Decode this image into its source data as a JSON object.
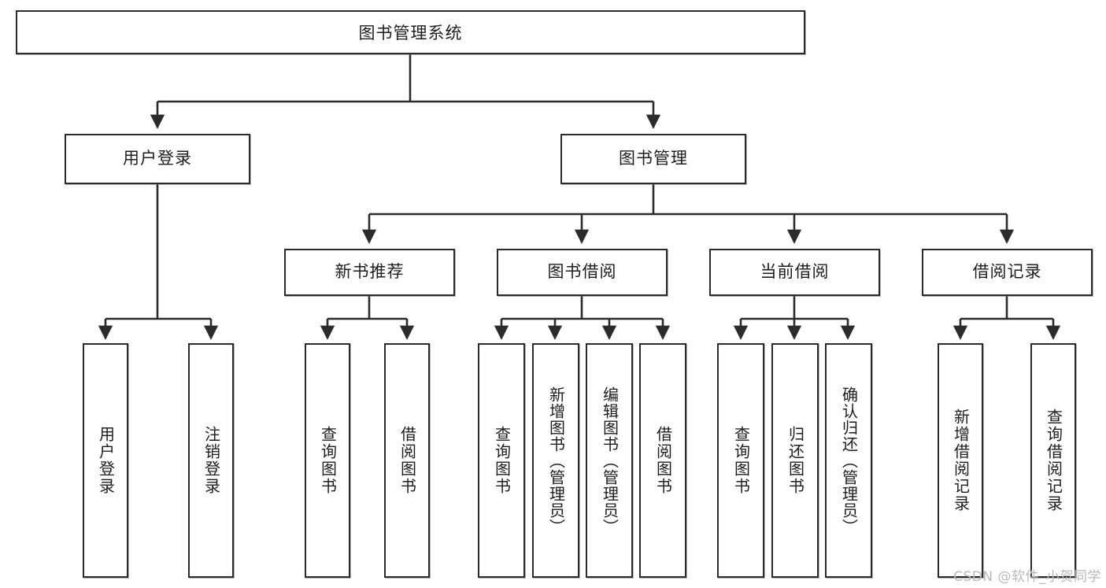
{
  "diagram": {
    "title": "图书管理系统",
    "type": "hierarchy-tree",
    "root": {
      "id": "root",
      "label": "图书管理系统"
    },
    "level2": [
      {
        "id": "user-login",
        "label": "用户登录"
      },
      {
        "id": "book-manage",
        "label": "图书管理"
      }
    ],
    "level3": [
      {
        "id": "new-book-recommend",
        "label": "新书推荐"
      },
      {
        "id": "book-borrow",
        "label": "图书借阅"
      },
      {
        "id": "current-borrow",
        "label": "当前借阅"
      },
      {
        "id": "borrow-record",
        "label": "借阅记录"
      }
    ],
    "leaves": {
      "user_login": [
        {
          "id": "leaf-user-login",
          "label": "用户登录"
        },
        {
          "id": "leaf-logout-login",
          "label": "注销登录"
        }
      ],
      "new_book_recommend": [
        {
          "id": "leaf-query-book-1",
          "label": "查询图书"
        },
        {
          "id": "leaf-borrow-book-1",
          "label": "借阅图书"
        }
      ],
      "book_borrow": [
        {
          "id": "leaf-query-book-2",
          "label": "查询图书"
        },
        {
          "id": "leaf-add-book",
          "label": "新增图书（管理员）"
        },
        {
          "id": "leaf-edit-book",
          "label": "编辑图书（管理员）"
        },
        {
          "id": "leaf-borrow-book-2",
          "label": "借阅图书"
        }
      ],
      "current_borrow": [
        {
          "id": "leaf-query-book-3",
          "label": "查询图书"
        },
        {
          "id": "leaf-return-book",
          "label": "归还图书"
        },
        {
          "id": "leaf-confirm-return",
          "label": "确认归还（管理员）"
        }
      ],
      "borrow_record": [
        {
          "id": "leaf-add-record",
          "label": "新增借阅记录"
        },
        {
          "id": "leaf-query-record",
          "label": "查询借阅记录"
        }
      ]
    }
  },
  "watermark": {
    "text": "CSDN @软件_小贺同学"
  },
  "colors": {
    "stroke": "#2b2b2b",
    "fill": "#ffffff",
    "text": "#1d1d1d",
    "watermark": "#b9b9b9"
  }
}
